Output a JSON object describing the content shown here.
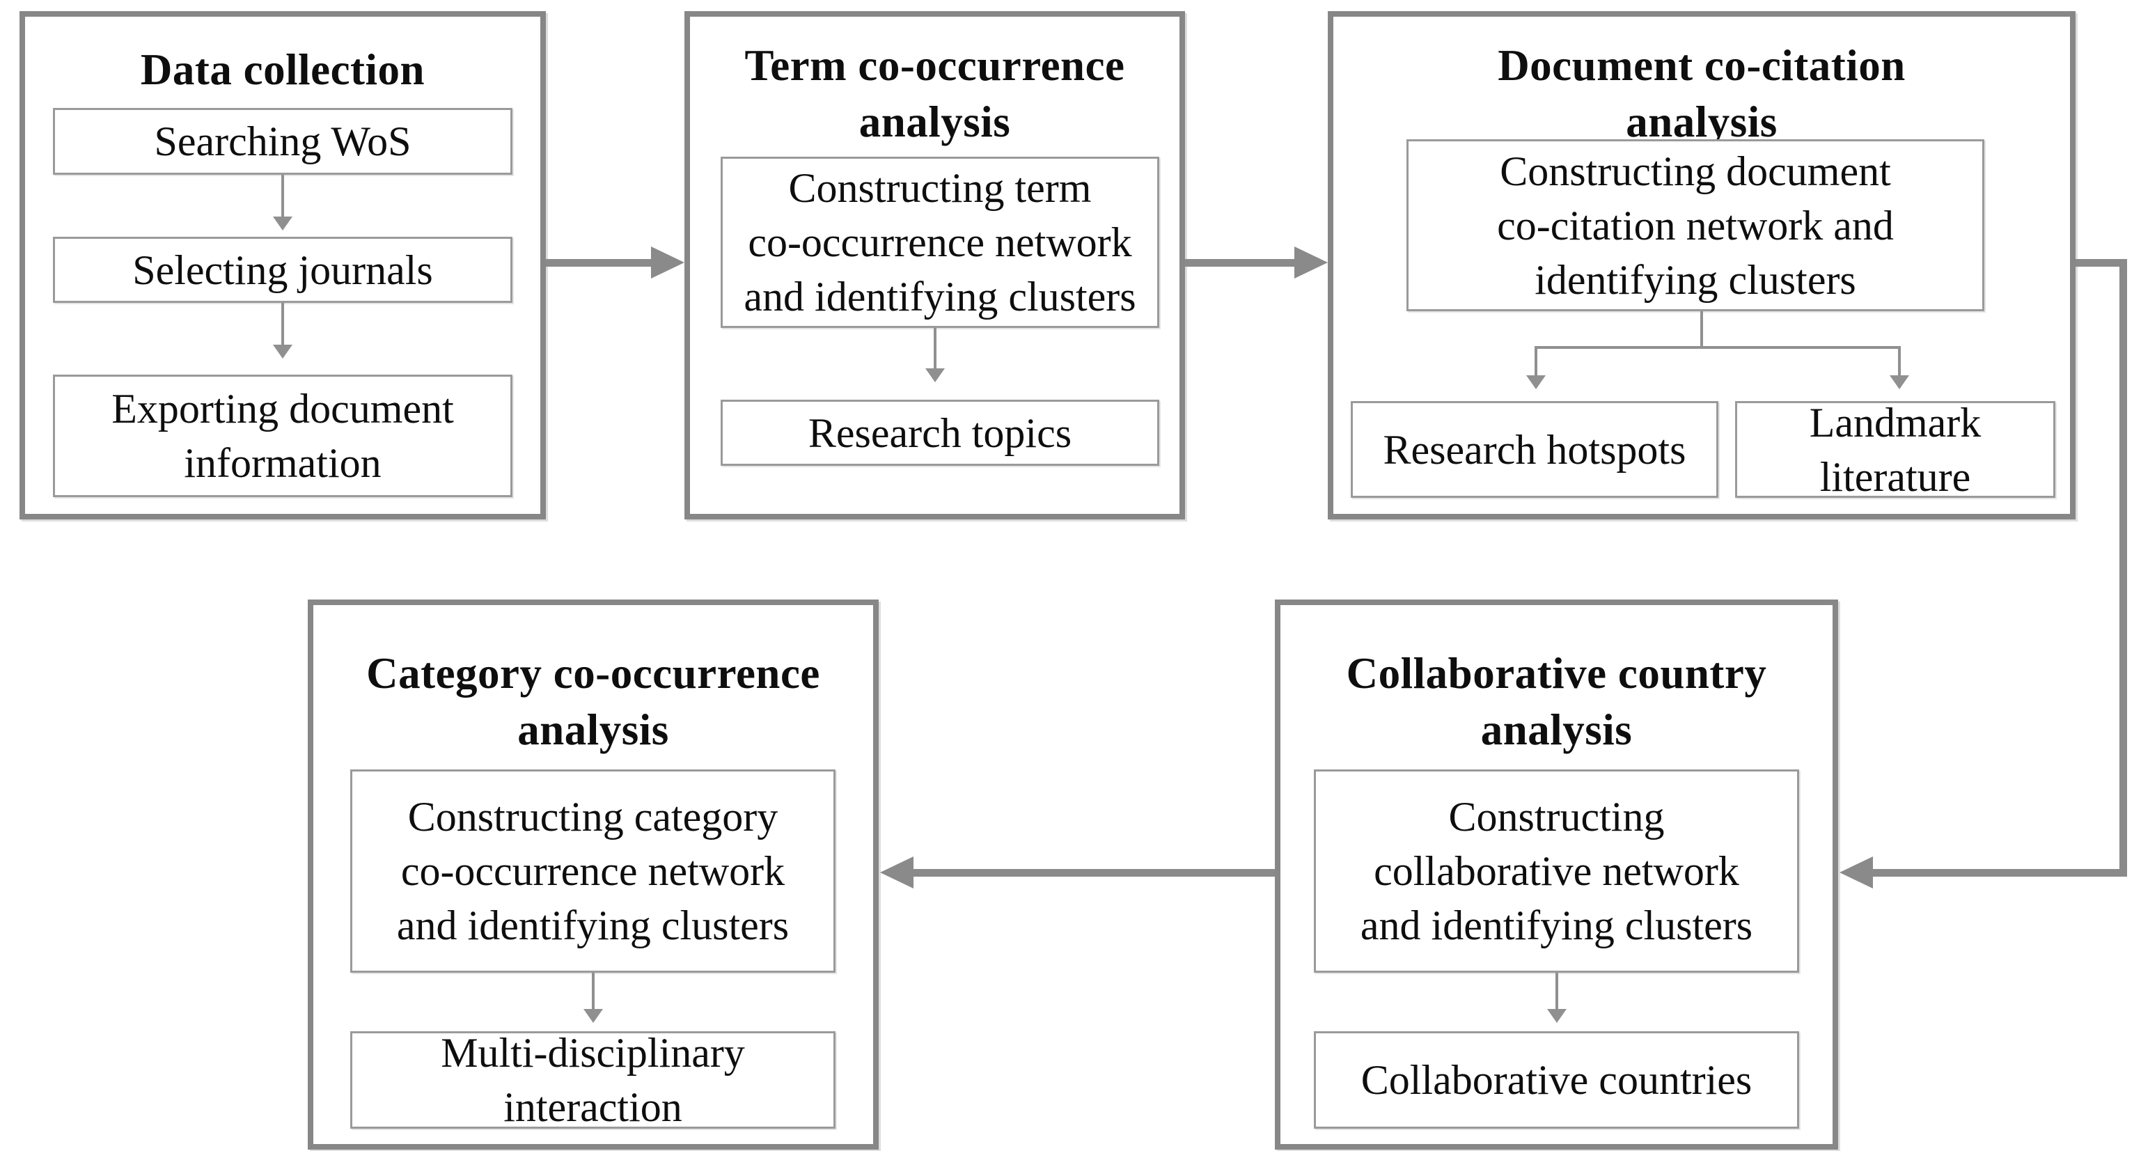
{
  "diagram": {
    "background": "#ffffff",
    "colors": {
      "panel_border": "#878787",
      "box_border": "#9a9a9a",
      "connector": "#8a8a8a",
      "inner_arrow": "#909090",
      "text": "#0e0e0e"
    },
    "panels": [
      {
        "id": "data-collection",
        "title": "Data collection",
        "boxes": [
          "Searching WoS",
          "Selecting journals",
          "Exporting document\ninformation"
        ]
      },
      {
        "id": "term-co-occurrence",
        "title": "Term co-occurrence\nanalysis",
        "boxes": [
          "Constructing term\nco-occurrence network\nand identifying clusters",
          "Research topics"
        ]
      },
      {
        "id": "document-co-citation",
        "title": "Document co-citation\nanalysis",
        "boxes": [
          "Constructing document\nco-citation network and\nidentifying clusters",
          "Research hotspots",
          "Landmark\nliterature"
        ]
      },
      {
        "id": "category-co-occurrence",
        "title": "Category co-occurrence\nanalysis",
        "boxes": [
          "Constructing category\nco-occurrence network\nand identifying clusters",
          "Multi-disciplinary\ninteraction"
        ]
      },
      {
        "id": "collaborative-country",
        "title": "Collaborative country\nanalysis",
        "boxes": [
          "Constructing\ncollaborative network\nand identifying clusters",
          "Collaborative countries"
        ]
      }
    ],
    "flow": [
      "data-collection -> term-co-occurrence",
      "term-co-occurrence -> document-co-citation",
      "document-co-citation -> collaborative-country",
      "collaborative-country -> category-co-occurrence"
    ]
  }
}
